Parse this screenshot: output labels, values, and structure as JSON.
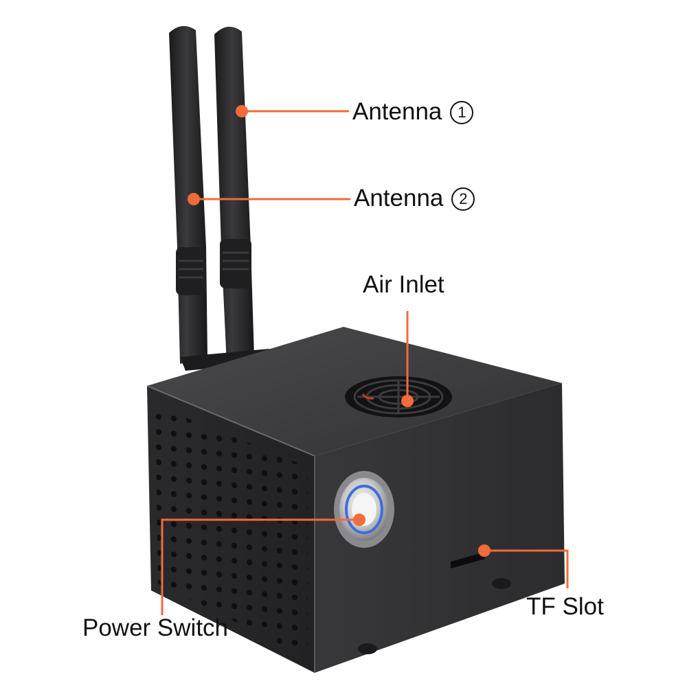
{
  "image": {
    "subject": "dual-antenna-router-case",
    "colors": {
      "background": "#ffffff",
      "body": "#2b2b2d",
      "body_dark": "#1b1b1d",
      "body_light": "#4a4a4d",
      "antenna": "#232325",
      "callout": "#f26b3a",
      "switch_ring": "#3d6fd8",
      "text": "#111111"
    }
  },
  "callouts": {
    "antenna1": {
      "label": "Antenna",
      "num": "1"
    },
    "antenna2": {
      "label": "Antenna",
      "num": "2"
    },
    "air_inlet": {
      "label": "Air Inlet"
    },
    "power_switch": {
      "label": "Power Switch"
    },
    "tf_slot": {
      "label": "TF Slot"
    }
  }
}
